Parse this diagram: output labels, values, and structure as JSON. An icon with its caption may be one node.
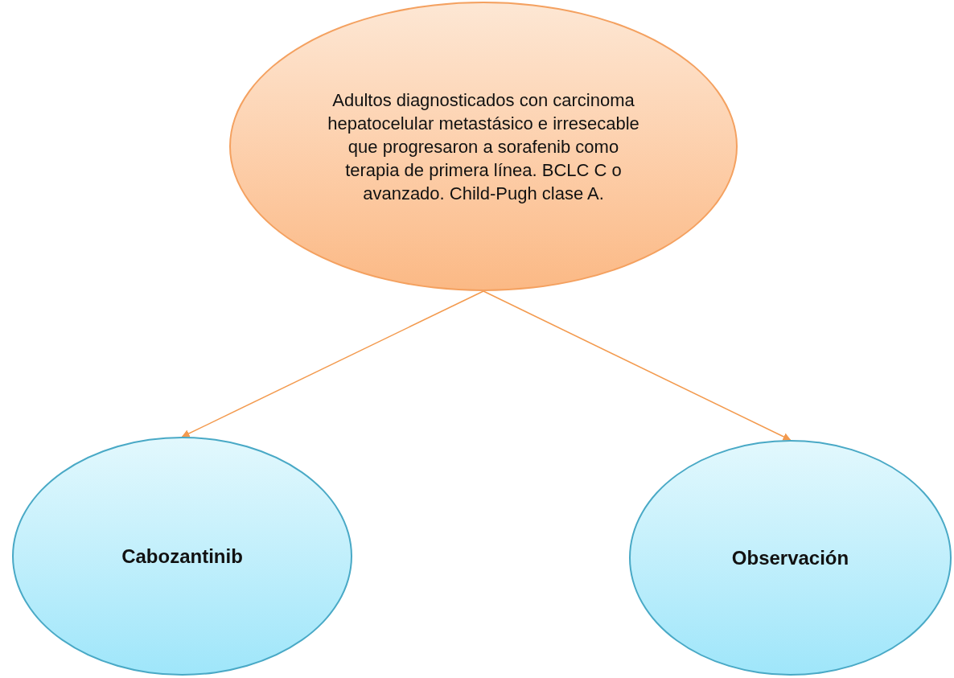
{
  "diagram": {
    "nodes": [
      {
        "text": [
          "Adultos diagnosticados con carcinoma hepatocelular metastásico e irresecable que progresaron a sorafenib como terapia de primera línea. BCLC C o avanzado. Child-Pugh clase A."
        ]
      },
      {
        "text": [
          "Cabozantinib"
        ]
      },
      {
        "text": [
          "Observación"
        ]
      }
    ],
    "edges": [
      {
        "from": 0,
        "to": 1,
        "arrow": "to"
      },
      {
        "from": 0,
        "to": 2,
        "arrow": "to"
      }
    ]
  }
}
